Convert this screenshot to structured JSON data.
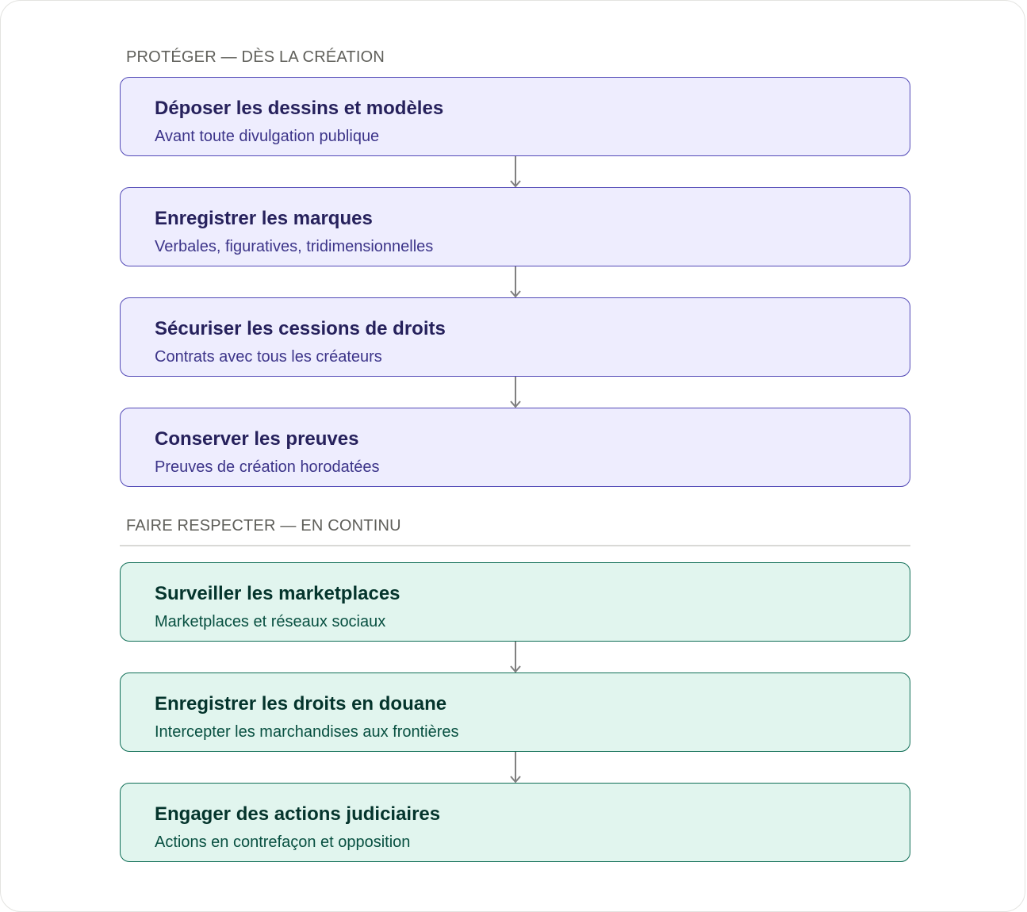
{
  "sections": [
    {
      "label": "PROTÉGER — DÈS LA CRÉATION",
      "steps": [
        {
          "title": "Déposer les dessins et modèles",
          "subtitle": "Avant toute divulgation publique"
        },
        {
          "title": "Enregistrer les marques",
          "subtitle": "Verbales, figuratives, tridimensionnelles"
        },
        {
          "title": "Sécuriser les cessions de droits",
          "subtitle": "Contrats avec tous les créateurs"
        },
        {
          "title": "Conserver les preuves",
          "subtitle": "Preuves de création horodatées"
        }
      ]
    },
    {
      "label": "FAIRE RESPECTER — EN CONTINU",
      "steps": [
        {
          "title": "Surveiller les marketplaces",
          "subtitle": "Marketplaces et réseaux sociaux"
        },
        {
          "title": "Enregistrer les droits en douane",
          "subtitle": "Intercepter les marchandises aux frontières"
        },
        {
          "title": "Engager des actions judiciaires",
          "subtitle": "Actions en contrefaçon et opposition"
        }
      ]
    }
  ],
  "colors": {
    "protect_fill": "#eeedfe",
    "protect_border": "#534ab7",
    "enforce_fill": "#e1f5ee",
    "enforce_border": "#0f6e56",
    "arrow": "#808080"
  }
}
